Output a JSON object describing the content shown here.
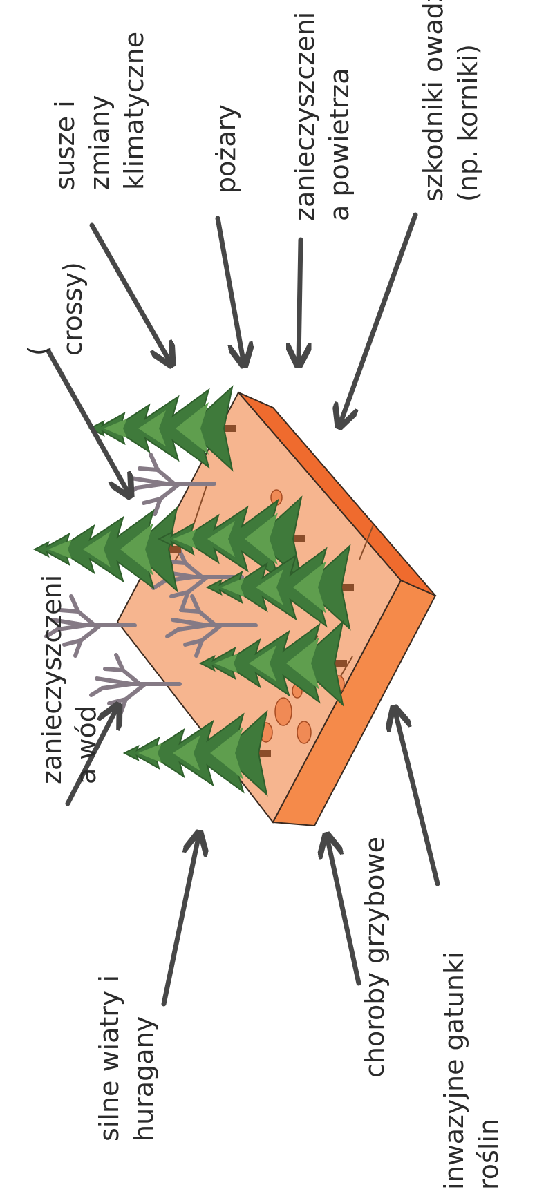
{
  "labels": {
    "water_pollution": [
      "zanieczyszczeni",
      "a wód"
    ],
    "strong_winds": [
      "silne wiatry i",
      "huragany"
    ],
    "fungal_diseases": [
      "choroby grzybowe"
    ],
    "invasive_plants": [
      "inwazyjne gatunki",
      "roślin"
    ],
    "invasive_animals": [
      "(",
      "crossy)"
    ],
    "droughts_climate": [
      "susze i",
      "zmiany",
      "klimatyczne"
    ],
    "fires": [
      "pożary"
    ],
    "air_pollution": [
      "zanieczyszczeni",
      "a powietrza"
    ],
    "insect_pests": [
      "szkodniki owadzie",
      "(np. korniki)"
    ]
  },
  "colors": {
    "ground_top": "#f6b58f",
    "ground_side_a": "#ef6b2e",
    "ground_side_b": "#f58a4a",
    "tree_green": "#3f7a3b",
    "tree_light": "#5f9e4e",
    "trunk": "#8a4d2a",
    "dead_tree": "#8a7f8a",
    "arrow": "#474747"
  },
  "icons": [
    "healthy-spruce-icon",
    "dead-tree-icon",
    "arrow-icon"
  ]
}
